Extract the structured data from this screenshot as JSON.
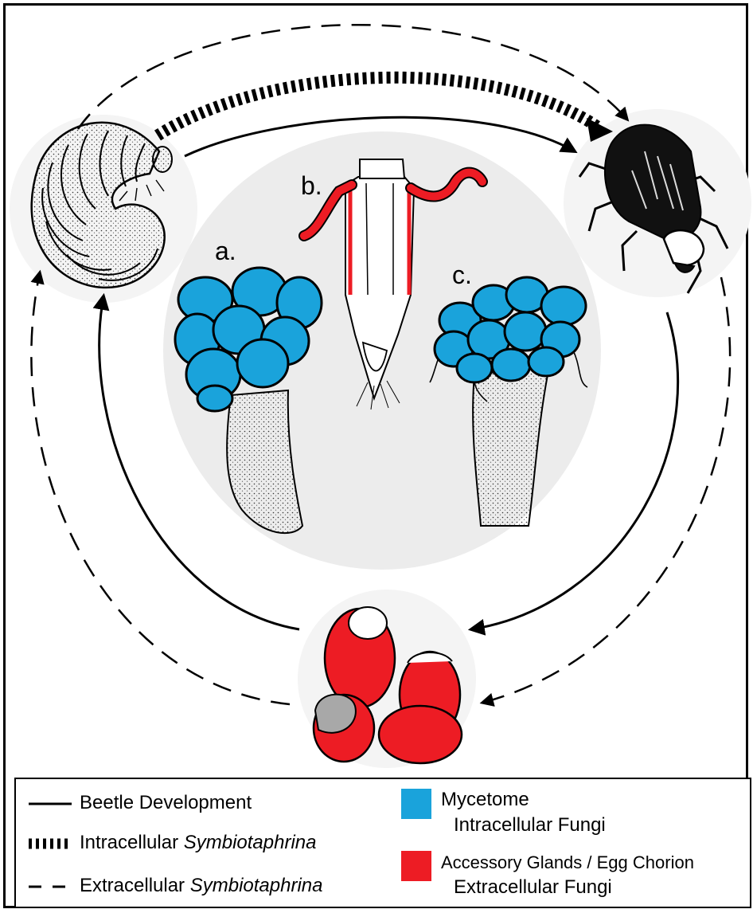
{
  "panels": {
    "a": "a.",
    "b": "b.",
    "c": "c."
  },
  "stages": {
    "larva": "larva-illustration",
    "adult": "adult-beetle-illustration",
    "eggs": "egg-cluster-illustration"
  },
  "legend": {
    "solid_line": "Beetle Development",
    "thick_dashed_prefix": "Intracellular",
    "thick_dashed_italic": "Symbiotaphrina",
    "dashed_prefix": "Extracellular",
    "dashed_italic": "Symbiotaphrina",
    "blue_title": "Mycetome",
    "blue_sub": "Intracellular Fungi",
    "red_title": "Accessory Glands / Egg Chorion",
    "red_sub": "Extracellular Fungi"
  },
  "colors": {
    "mycetome_blue": "#1aa3db",
    "gland_red": "#ed1c24",
    "center_gray": "#ececec",
    "egg_gray": "#a8a8a8"
  }
}
